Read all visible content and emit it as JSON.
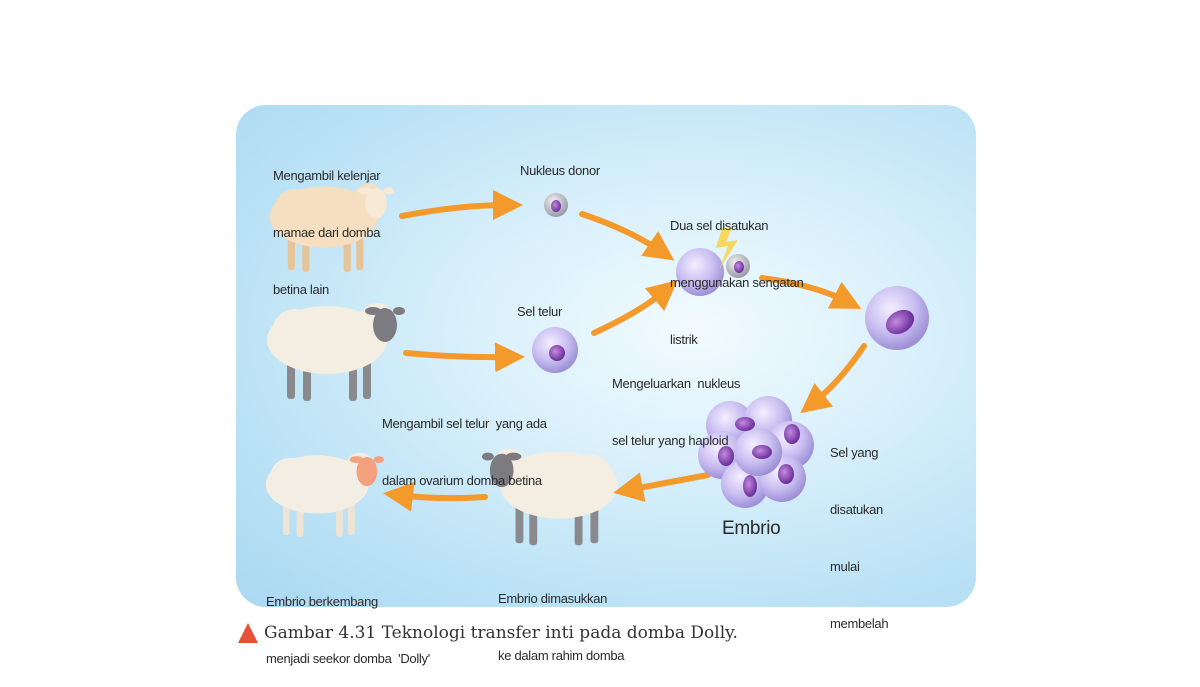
{
  "figure": {
    "labels": {
      "ambil_kelenjar": [
        "Mengambil kelenjar",
        "mamae dari domba",
        "betina lain"
      ],
      "nukleus_donor": "Nukleus donor",
      "dua_sel": [
        "Dua sel disatukan",
        "menggunakan sengatan",
        "listrik"
      ],
      "sel_telur": "Sel telur",
      "mengeluarkan": [
        "Mengeluarkan  nukleus",
        "sel telur yang haploid"
      ],
      "ambil_sel_telur": [
        "Mengambil sel telur  yang ada",
        "dalam ovarium domba betina"
      ],
      "membelah": [
        "Sel yang",
        "disatukan",
        "mulai",
        "membelah"
      ],
      "embrio": "Embrio",
      "berkembang": [
        "Embrio berkembang",
        "menjadi seekor domba  'Dolly'"
      ],
      "dimasukkan": [
        "Embrio dimasukkan",
        "ke dalam rahim domba"
      ]
    },
    "colors": {
      "arrow": "#f39a2b",
      "panel": "#c7e8f8",
      "caption_marker": "#e8503a"
    }
  },
  "caption": "Gambar 4.31 Teknologi transfer inti pada domba Dolly."
}
